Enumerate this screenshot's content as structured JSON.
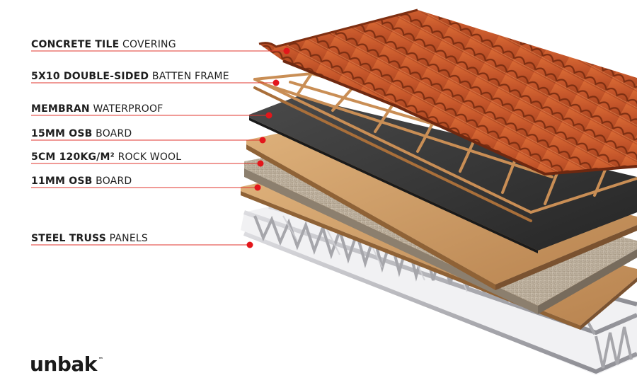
{
  "diagram": {
    "layers": [
      {
        "id": "tile",
        "bold": "CONCRETE TILE",
        "rest": " COVERING"
      },
      {
        "id": "batten",
        "bold": "5X10 DOUBLE-SIDED",
        "rest": " BATTEN FRAME"
      },
      {
        "id": "membrane",
        "bold": "MEMBRAN",
        "rest": " WATERPROOF"
      },
      {
        "id": "osb15",
        "bold": "15MM OSB",
        "rest": " BOARD"
      },
      {
        "id": "rockwool",
        "bold": "5CM 120KG/M²",
        "rest": " ROCK WOOL"
      },
      {
        "id": "osb11",
        "bold": "11MM OSB",
        "rest": " BOARD"
      },
      {
        "id": "truss",
        "bold": "STEEL TRUSS",
        "rest": " PANELS"
      }
    ],
    "colors": {
      "leader": "#e0362c",
      "marker": "#e3161b",
      "tile": "#c8582a",
      "tile_dark": "#8a3414",
      "wood": "#d2a06a",
      "membrane": "#3a3a3a",
      "osb": "#c99660",
      "rockwool": "#b9ab98",
      "steel": "#b8b8bc"
    }
  },
  "brand": {
    "name": "unbak",
    "mark": "™"
  }
}
